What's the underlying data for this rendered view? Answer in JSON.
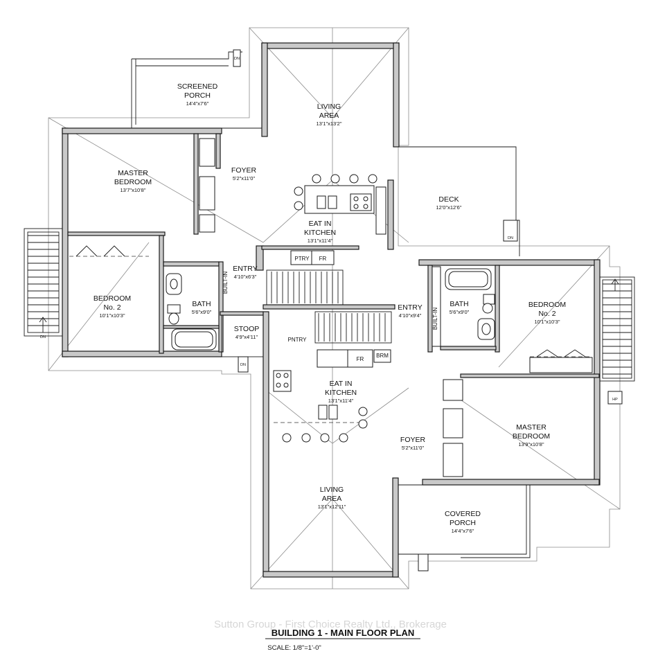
{
  "plan": {
    "title": "BUILDING 1 - MAIN FLOOR PLAN",
    "scale": "SCALE: 1/8\"=1'-0\"",
    "watermark": "Sutton Group - First Choice Realty Ltd., Brokerage"
  },
  "rooms": {
    "screened_porch": {
      "line1": "SCREENED",
      "line2": "PORCH",
      "dim": "14'4\"x7'6\""
    },
    "living_area_top": {
      "line1": "LIVING",
      "line2": "AREA",
      "dim": "13'1\"x13'2\""
    },
    "master_bedroom_left": {
      "line1": "MASTER",
      "line2": "BEDROOM",
      "dim": "13'7\"x10'8\""
    },
    "foyer_top": {
      "line1": "FOYER",
      "dim": "5'2\"x11'0\""
    },
    "deck": {
      "line1": "DECK",
      "dim": "12'0\"x12'6\""
    },
    "eat_in_kitchen_top": {
      "line1": "EAT IN",
      "line2": "KITCHEN",
      "dim": "13'1\"x11'4\""
    },
    "bedroom2_left": {
      "line1": "BEDROOM",
      "line2": "No. 2",
      "dim": "10'1\"x10'3\""
    },
    "bath_left": {
      "line1": "BATH",
      "dim": "5'6\"x9'0\""
    },
    "entry_left": {
      "line1": "ENTRY",
      "dim": "4'10\"x6'3\""
    },
    "stoop": {
      "line1": "STOOP",
      "dim": "4'9\"x4'11\""
    },
    "entry_right": {
      "line1": "ENTRY",
      "dim": "4'10\"x9'4\""
    },
    "bath_right": {
      "line1": "BATH",
      "dim": "5'6\"x9'0\""
    },
    "bedroom2_right": {
      "line1": "BEDROOM",
      "line2": "No. 2",
      "dim": "10'1\"x10'3\""
    },
    "eat_in_kitchen_bottom": {
      "line1": "EAT IN",
      "line2": "KITCHEN",
      "dim": "13'1\"x11'4\""
    },
    "foyer_bottom": {
      "line1": "FOYER",
      "dim": "5'2\"x11'0\""
    },
    "master_bedroom_right": {
      "line1": "MASTER",
      "line2": "BEDROOM",
      "dim": "13'9\"x10'8\""
    },
    "living_area_bottom": {
      "line1": "LIVING",
      "line2": "AREA",
      "dim": "13'1\"x12'11\""
    },
    "covered_porch": {
      "line1": "COVERED",
      "line2": "PORCH",
      "dim": "14'4\"x7'6\""
    }
  },
  "labels": {
    "ptry": "PTRY",
    "fr": "FR",
    "pntry": "PNTRY",
    "fr2": "FR",
    "brm": "BRM",
    "built_in": "BUILT-IN",
    "built_in2": "BUILT-IN",
    "dn": "DN",
    "hp": "HP"
  }
}
